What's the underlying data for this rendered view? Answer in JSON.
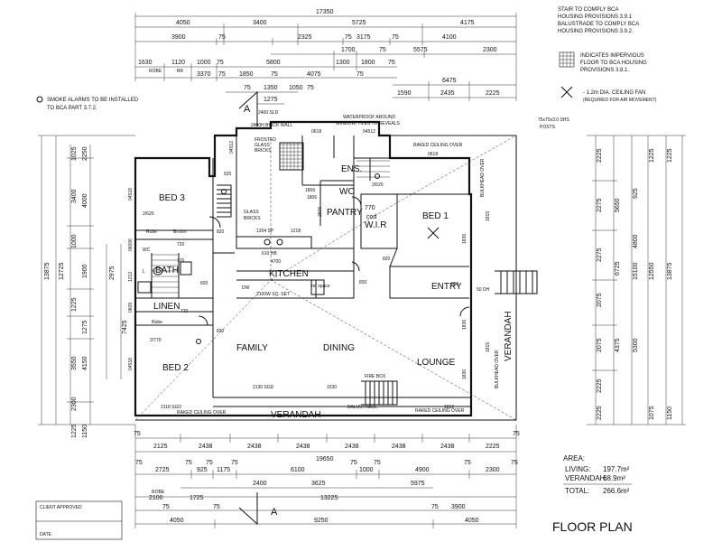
{
  "notes": {
    "stair": [
      "STAIR TO COMPLY BCA",
      "HOUSING PROVISIONS 3.9.1",
      "BALUSTRADE TO COMPLY BCA",
      "HOUSING PROVISIONS 3.9.2."
    ],
    "impervious": [
      "INDICATES IMPERVIOUS",
      "FLOOR TO BCA HOUSING",
      "PROVISIONS 3.8.1."
    ],
    "fan": [
      "- 1.2m DIA. CEILING FAN",
      "(REQUIRED FOR AIR MOVEMENT)"
    ],
    "smoke": [
      "SMOKE ALARMS TO BE INSTALLED",
      "TO BCA PART 3.7.2."
    ],
    "waterproof": [
      "WATERPROOF AROUND",
      "WINDOW, TILES TO REVEALS"
    ],
    "shs": [
      "75x75x3.0 SHS",
      "POSTS"
    ],
    "brick_wall": "2400H BRICK WALL",
    "raked_top": "RAKED CEILING OVER",
    "raked_bl": "RAKED CEILING OVER",
    "raked_br": "RAKED CEILING OVER",
    "glass_bricks_top": [
      "FROSTED",
      "GLASS",
      "BRICKS"
    ],
    "glass_bricks": [
      "GLASS",
      "BRICKS"
    ],
    "fire_box": "FIRE BOX",
    "balustrade": "BALUSTRADE",
    "bulkhead1": "BULKHEAD OVER",
    "bulkhead2": "BULKHEAD OVER",
    "kitchen_codes": [
      "1204 SP",
      "1218",
      "610 HB",
      "4700",
      "2100W SQ. SET",
      "DW",
      "ref space",
      "820",
      "1806",
      "2606"
    ]
  },
  "rooms": {
    "bed3": "BED 3",
    "bath": "BATH",
    "linen": "LINEN",
    "bed2": "BED 2",
    "family": "FAMILY",
    "kitchen": "KITCHEN",
    "pantry": "PANTRY",
    "dining": "DINING",
    "wc": "WC",
    "ens": "ENS.",
    "wir": [
      "770",
      "cod",
      "W.I.R"
    ],
    "bed1": "BED 1",
    "entry": "ENTRY",
    "lounge": "LOUNGE",
    "verandah_bottom": "VERANDAH",
    "verandah_right": "VERANDAH",
    "robe1": "Robe",
    "broom": "Broom",
    "robe2": "Robe",
    "wc2": "WC",
    "ldry": "L"
  },
  "section": {
    "letter": "A"
  },
  "dims": {
    "top_row1": [
      "17350"
    ],
    "top_row2": [
      "4050",
      "3400",
      "5725",
      "4175"
    ],
    "top_row3": [
      "3900",
      "75",
      "2325",
      "75",
      "3175",
      "75",
      "4100"
    ],
    "top_row4": [
      "1700",
      "75",
      "5575",
      "2300"
    ],
    "top_row5": [
      "1630",
      "1120",
      "1000",
      "75",
      "5800",
      "1300",
      "1800",
      "75"
    ],
    "top_row5_labels": [
      "ROBE",
      "BR"
    ],
    "top_row6": [
      "3370",
      "75",
      "1850",
      "75",
      "4075",
      "75"
    ],
    "top_row7": [
      "75",
      "1350",
      "1050",
      "75"
    ],
    "top_row8": [
      "1275"
    ],
    "top_right_a": [
      "6475"
    ],
    "top_right_b": [
      "1590",
      "2435",
      "2225"
    ],
    "bottom_row1": [
      "75",
      "2125",
      "2438",
      "2438",
      "2438",
      "2438",
      "2438",
      "2438",
      "2225",
      "75"
    ],
    "bottom_row2": [
      "19650"
    ],
    "bottom_row3": [
      "2725",
      "925",
      "1175",
      "6100",
      "1000",
      "4900",
      "2300"
    ],
    "bottom_row4": [
      "75",
      "75",
      "75",
      "75",
      "75",
      "75",
      "75",
      "75"
    ],
    "bottom_row5": [
      "2400",
      "3625",
      "5975"
    ],
    "bottom_row6": [
      "2100",
      "1725",
      "13225"
    ],
    "bottom_row6_labels": [
      "ROBE"
    ],
    "bottom_row7": [
      "75",
      "75",
      "3900",
      "75"
    ],
    "bottom_row8": [
      "4050",
      "9250",
      "4050"
    ],
    "left_outer": [
      "13875"
    ],
    "left_mid": [
      "12725"
    ],
    "left_col": [
      "3400",
      "4000",
      "1000",
      "1900",
      "1225",
      "1275",
      "3550",
      "4150",
      "2300"
    ],
    "left_col2": [
      "2975",
      "7425"
    ],
    "left_misc": [
      "1225",
      "1150",
      "75",
      "75"
    ],
    "left_small": [
      "1025",
      "2250"
    ],
    "right_outer": [
      "13875"
    ],
    "right_mid": [
      "12550"
    ],
    "right_col": [
      "2225",
      "2275",
      "2275",
      "2075",
      "2075",
      "2225",
      "2225"
    ],
    "right_col2": [
      "5650",
      "6725",
      "4375",
      "5300"
    ],
    "right_col3": [
      "15100",
      "4800",
      "925"
    ],
    "right_misc": [
      "1075",
      "1150",
      "1225",
      "1225"
    ]
  },
  "openings": {
    "plan_codes": [
      "0618",
      "04512",
      "0618",
      "04518",
      "04518",
      "06006",
      "04512",
      "1212",
      "0609",
      "1806",
      "2/620",
      "2/620",
      "2/770",
      "720",
      "720",
      "820",
      "820",
      "820",
      "820",
      "770",
      "620",
      "820",
      "1836",
      "1836",
      "1815",
      "1815",
      "1836",
      "2118 SGD",
      "2130 SGD",
      "1530",
      "1812",
      "2400 SLD",
      "50 DH"
    ]
  },
  "area": {
    "title": "AREA:",
    "rows": [
      {
        "label": "LIVING:",
        "value": "197.7m²"
      },
      {
        "label": "VERANDAH:",
        "value": "68.9m²"
      }
    ],
    "total_label": "TOTAL:",
    "total_value": "266.6m²"
  },
  "title": "FLOOR PLAN",
  "approval": {
    "client_label": "CLIENT APPROVED",
    "date_label": "DATE"
  }
}
